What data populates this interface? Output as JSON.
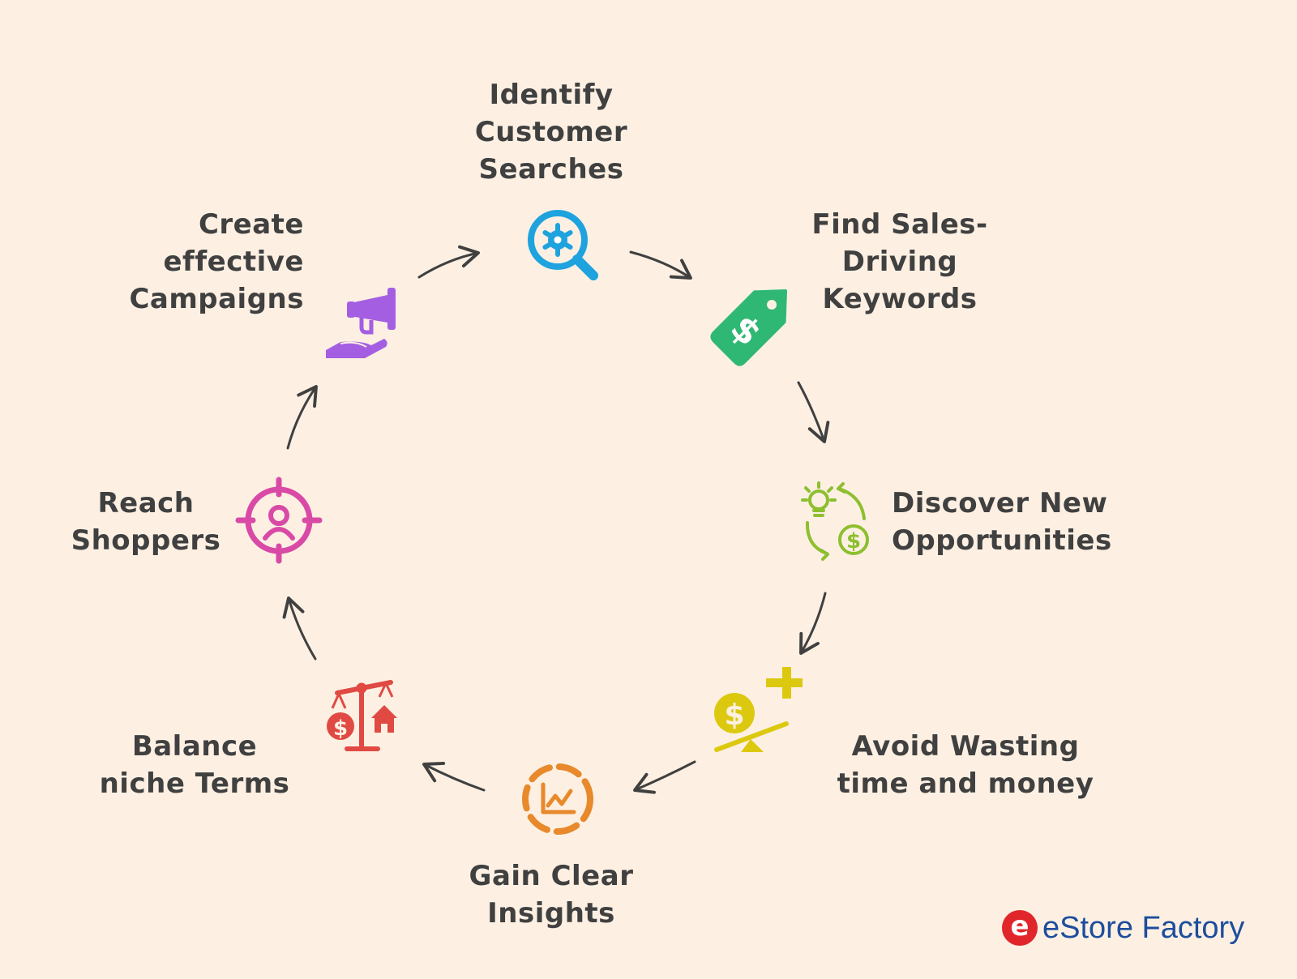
{
  "steps": [
    {
      "label": "Identify\nCustomer\nSearches",
      "icon": "magnifier-gear-icon",
      "color": "#1ea3de"
    },
    {
      "label": "Find Sales-\nDriving\nKeywords",
      "icon": "price-tag-dollar-icon",
      "color": "#2fb873"
    },
    {
      "label": "Discover New\nOpportunities",
      "icon": "lightbulb-dollar-cycle-icon",
      "color": "#8dbf2f"
    },
    {
      "label": "Avoid Wasting\ntime and money",
      "icon": "dollar-plus-seesaw-icon",
      "color": "#dcc90f"
    },
    {
      "label": "Gain Clear\nInsights",
      "icon": "chart-circle-icon",
      "color": "#e8892b"
    },
    {
      "label": "Balance\nniche Terms",
      "icon": "scale-dollar-house-icon",
      "color": "#e04a43"
    },
    {
      "label": "Reach\nShoppers",
      "icon": "target-person-icon",
      "color": "#d94aa6"
    },
    {
      "label": "Create\neffective\nCampaigns",
      "icon": "megaphone-hand-icon",
      "color": "#a45ee2"
    }
  ],
  "logo": {
    "text": "eStore Factory",
    "mark": "e",
    "mark_color": "#e0262b",
    "text_color": "#1d4d9c"
  },
  "arrow_color": "#404040"
}
